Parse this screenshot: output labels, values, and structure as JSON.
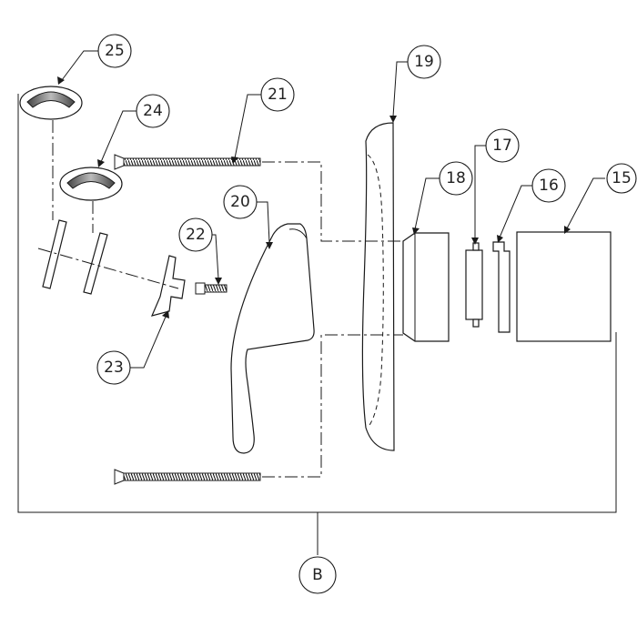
{
  "callouts": {
    "c15": "15",
    "c16": "16",
    "c17": "17",
    "c18": "18",
    "c19": "19",
    "c20": "20",
    "c21": "21",
    "c22": "22",
    "c23": "23",
    "c24": "24",
    "c25": "25",
    "cB": "B"
  },
  "colors": {
    "line": "#1a1a1a",
    "background": "#ffffff"
  }
}
